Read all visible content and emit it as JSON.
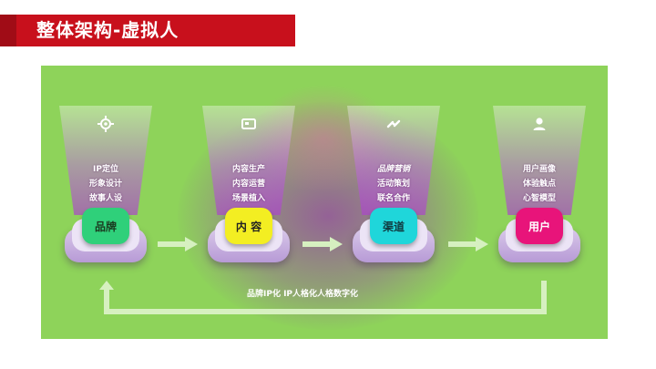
{
  "title": "整体架构-虚拟人",
  "steps": [
    {
      "icon": "target-icon",
      "lines": [
        "IP定位",
        "形象设计",
        "故事人设"
      ],
      "label": "品牌",
      "color": "#2fd07a",
      "text_color": "#1a3a20"
    },
    {
      "icon": "image-icon",
      "lines": [
        "内容生产",
        "内容运营",
        "场景植入"
      ],
      "label": "内 容",
      "color": "#f3ee22",
      "text_color": "#222222"
    },
    {
      "icon": "link-icon",
      "lines": [
        "品牌营销",
        "活动策划",
        "联名合作"
      ],
      "label": "渠道",
      "color": "#1fd6da",
      "text_color": "#103a40"
    },
    {
      "icon": "user-icon",
      "lines": [
        "用户画像",
        "体验触点",
        "心智模型"
      ],
      "label": "用户",
      "color": "#e8147a",
      "text_color": "#ffffff"
    }
  ],
  "loop_label": "品牌IP化   IP人格化人格数字化",
  "colors": {
    "title_bg": "#c8101c",
    "panel_bg": "#8ed35a",
    "arrow": "#d6f0c0"
  }
}
